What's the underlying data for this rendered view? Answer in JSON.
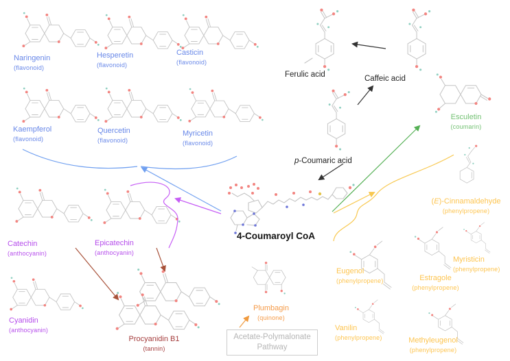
{
  "compounds": {
    "naringenin": {
      "name": "Naringenin",
      "cls": "(flavonoid)"
    },
    "hesperetin": {
      "name": "Hesperetin",
      "cls": "(flavonoid)"
    },
    "casticin": {
      "name": "Casticin",
      "cls": "(flavonoid)"
    },
    "kaempferol": {
      "name": "Kaempferol",
      "cls": "(flavonoid)"
    },
    "quercetin": {
      "name": "Quercetin",
      "cls": "(flavonoid)"
    },
    "myricetin": {
      "name": "Myricetin",
      "cls": "(flavonoid)"
    },
    "catechin": {
      "name": "Catechin",
      "cls": "(anthocyanin)"
    },
    "epicatechin": {
      "name": "Epicatechin",
      "cls": "(anthocyanin)"
    },
    "cyanidin": {
      "name": "Cyanidin",
      "cls": "(anthocyanin)"
    },
    "procyanidin_b1": {
      "name": "Procyanidin B1",
      "cls": "(tannin)"
    },
    "esculetin": {
      "name": "Esculetin",
      "cls": "(coumarin)"
    },
    "cinnamaldehyde": {
      "pre": "(",
      "e": "E",
      "rest": ")-Cinnamaldehyde",
      "cls": "(phenylpropene)"
    },
    "eugenol": {
      "name": "Eugenol",
      "cls": "(phenylpropene)"
    },
    "estragole": {
      "name": "Estragole",
      "cls": "(phenylpropene)"
    },
    "myristicin": {
      "name": "Myristicin",
      "cls": "(phenylpropene)"
    },
    "vanilin": {
      "name": "Vanilin",
      "cls": "(phenylpropene)"
    },
    "methyleugenol": {
      "name": "Methyleugenol",
      "cls": "(phenylpropene)"
    },
    "plumbagin": {
      "name": "Plumbagin",
      "cls": "(quinone)"
    }
  },
  "intermediates": {
    "ferulic_acid": "Ferulic acid",
    "caffeic_acid": "Caffeic acid",
    "coumaric": {
      "italic": "p",
      "rest": "-Coumaric acid"
    },
    "coumaroyl_coa": "4-Coumaroyl CoA"
  },
  "pathway_box": {
    "line1": "Acetate-Polymalonate",
    "line2": "Pathway"
  },
  "colors": {
    "flavonoid": "#6787e8",
    "anthocyanin": "#b54ceb",
    "tannin": "#a43c3c",
    "coumarin": "#72c172",
    "phenylpropene": "#fdc44f",
    "quinone": "#f59a47",
    "intermediate_text": "#222222",
    "pathway_box_text": "#b5b5b5",
    "arrow_blue": "#6f9ff0",
    "arrow_magenta": "#c65df5",
    "arrow_brown": "#a8523a",
    "arrow_black": "#333333",
    "arrow_green": "#55b055",
    "arrow_yellow": "#f8c84f",
    "arrow_orange": "#f09a3e"
  }
}
